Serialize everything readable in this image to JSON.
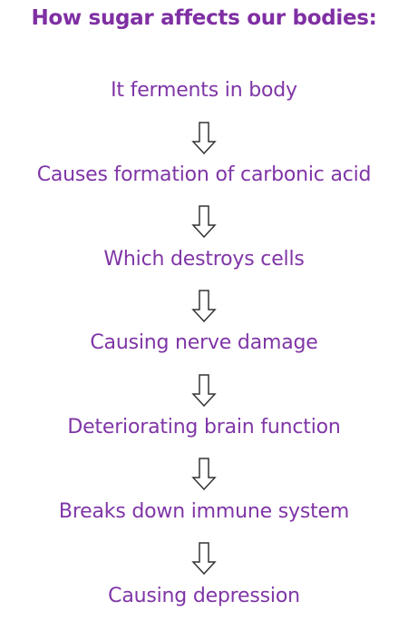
{
  "title": "How sugar affects our bodies:",
  "steps": [
    "It ferments in body",
    "Causes formation of carbonic acid",
    "Which destroys cells",
    "Causing nerve damage",
    "Deteriorating brain function",
    "Breaks down immune system",
    "Causing depression"
  ],
  "colors": {
    "title": "#7f2fa3",
    "text": "#7f35a6",
    "arrow_stroke": "#333333"
  },
  "arrow_icon": "hollow-down-arrow-icon"
}
